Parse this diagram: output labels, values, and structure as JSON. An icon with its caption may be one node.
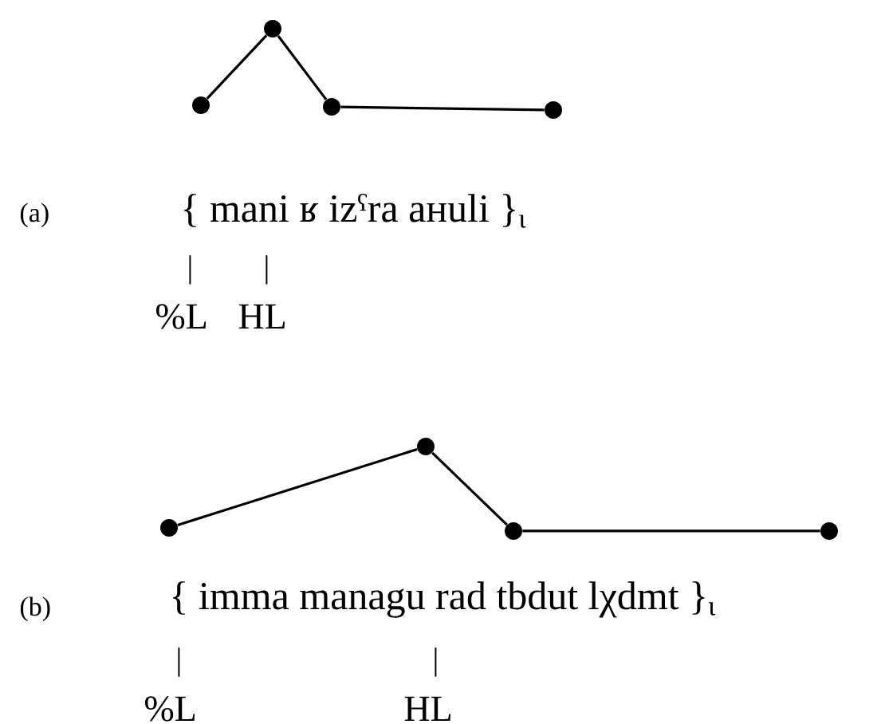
{
  "diagram": {
    "nodes": [
      {
        "text": [],
        "shape": "circle"
      },
      {
        "text": [],
        "shape": "circle"
      },
      {
        "text": [],
        "shape": "circle"
      },
      {
        "text": [],
        "shape": "circle"
      },
      {
        "text": [],
        "shape": "circle"
      },
      {
        "text": [],
        "shape": "circle"
      },
      {
        "text": [],
        "shape": "circle"
      },
      {
        "text": [],
        "shape": "circle"
      }
    ],
    "edges": [
      {
        "from": 0,
        "to": 1,
        "arrow": "none"
      },
      {
        "from": 1,
        "to": 2,
        "arrow": "none"
      },
      {
        "from": 2,
        "to": 3,
        "arrow": "none"
      },
      {
        "from": 4,
        "to": 5,
        "arrow": "none"
      },
      {
        "from": 5,
        "to": 6,
        "arrow": "none"
      },
      {
        "from": 6,
        "to": 7,
        "arrow": "none"
      }
    ],
    "labels": [
      "(a)",
      "{ mani ʁ izˁra aʜuli }$_{ι}$",
      "|",
      "|",
      "%L",
      "HL",
      "(b)",
      "{ imma managu rad tbdut lχdmt }$_{ι}$",
      "|",
      "|",
      "%L",
      "HL"
    ]
  }
}
